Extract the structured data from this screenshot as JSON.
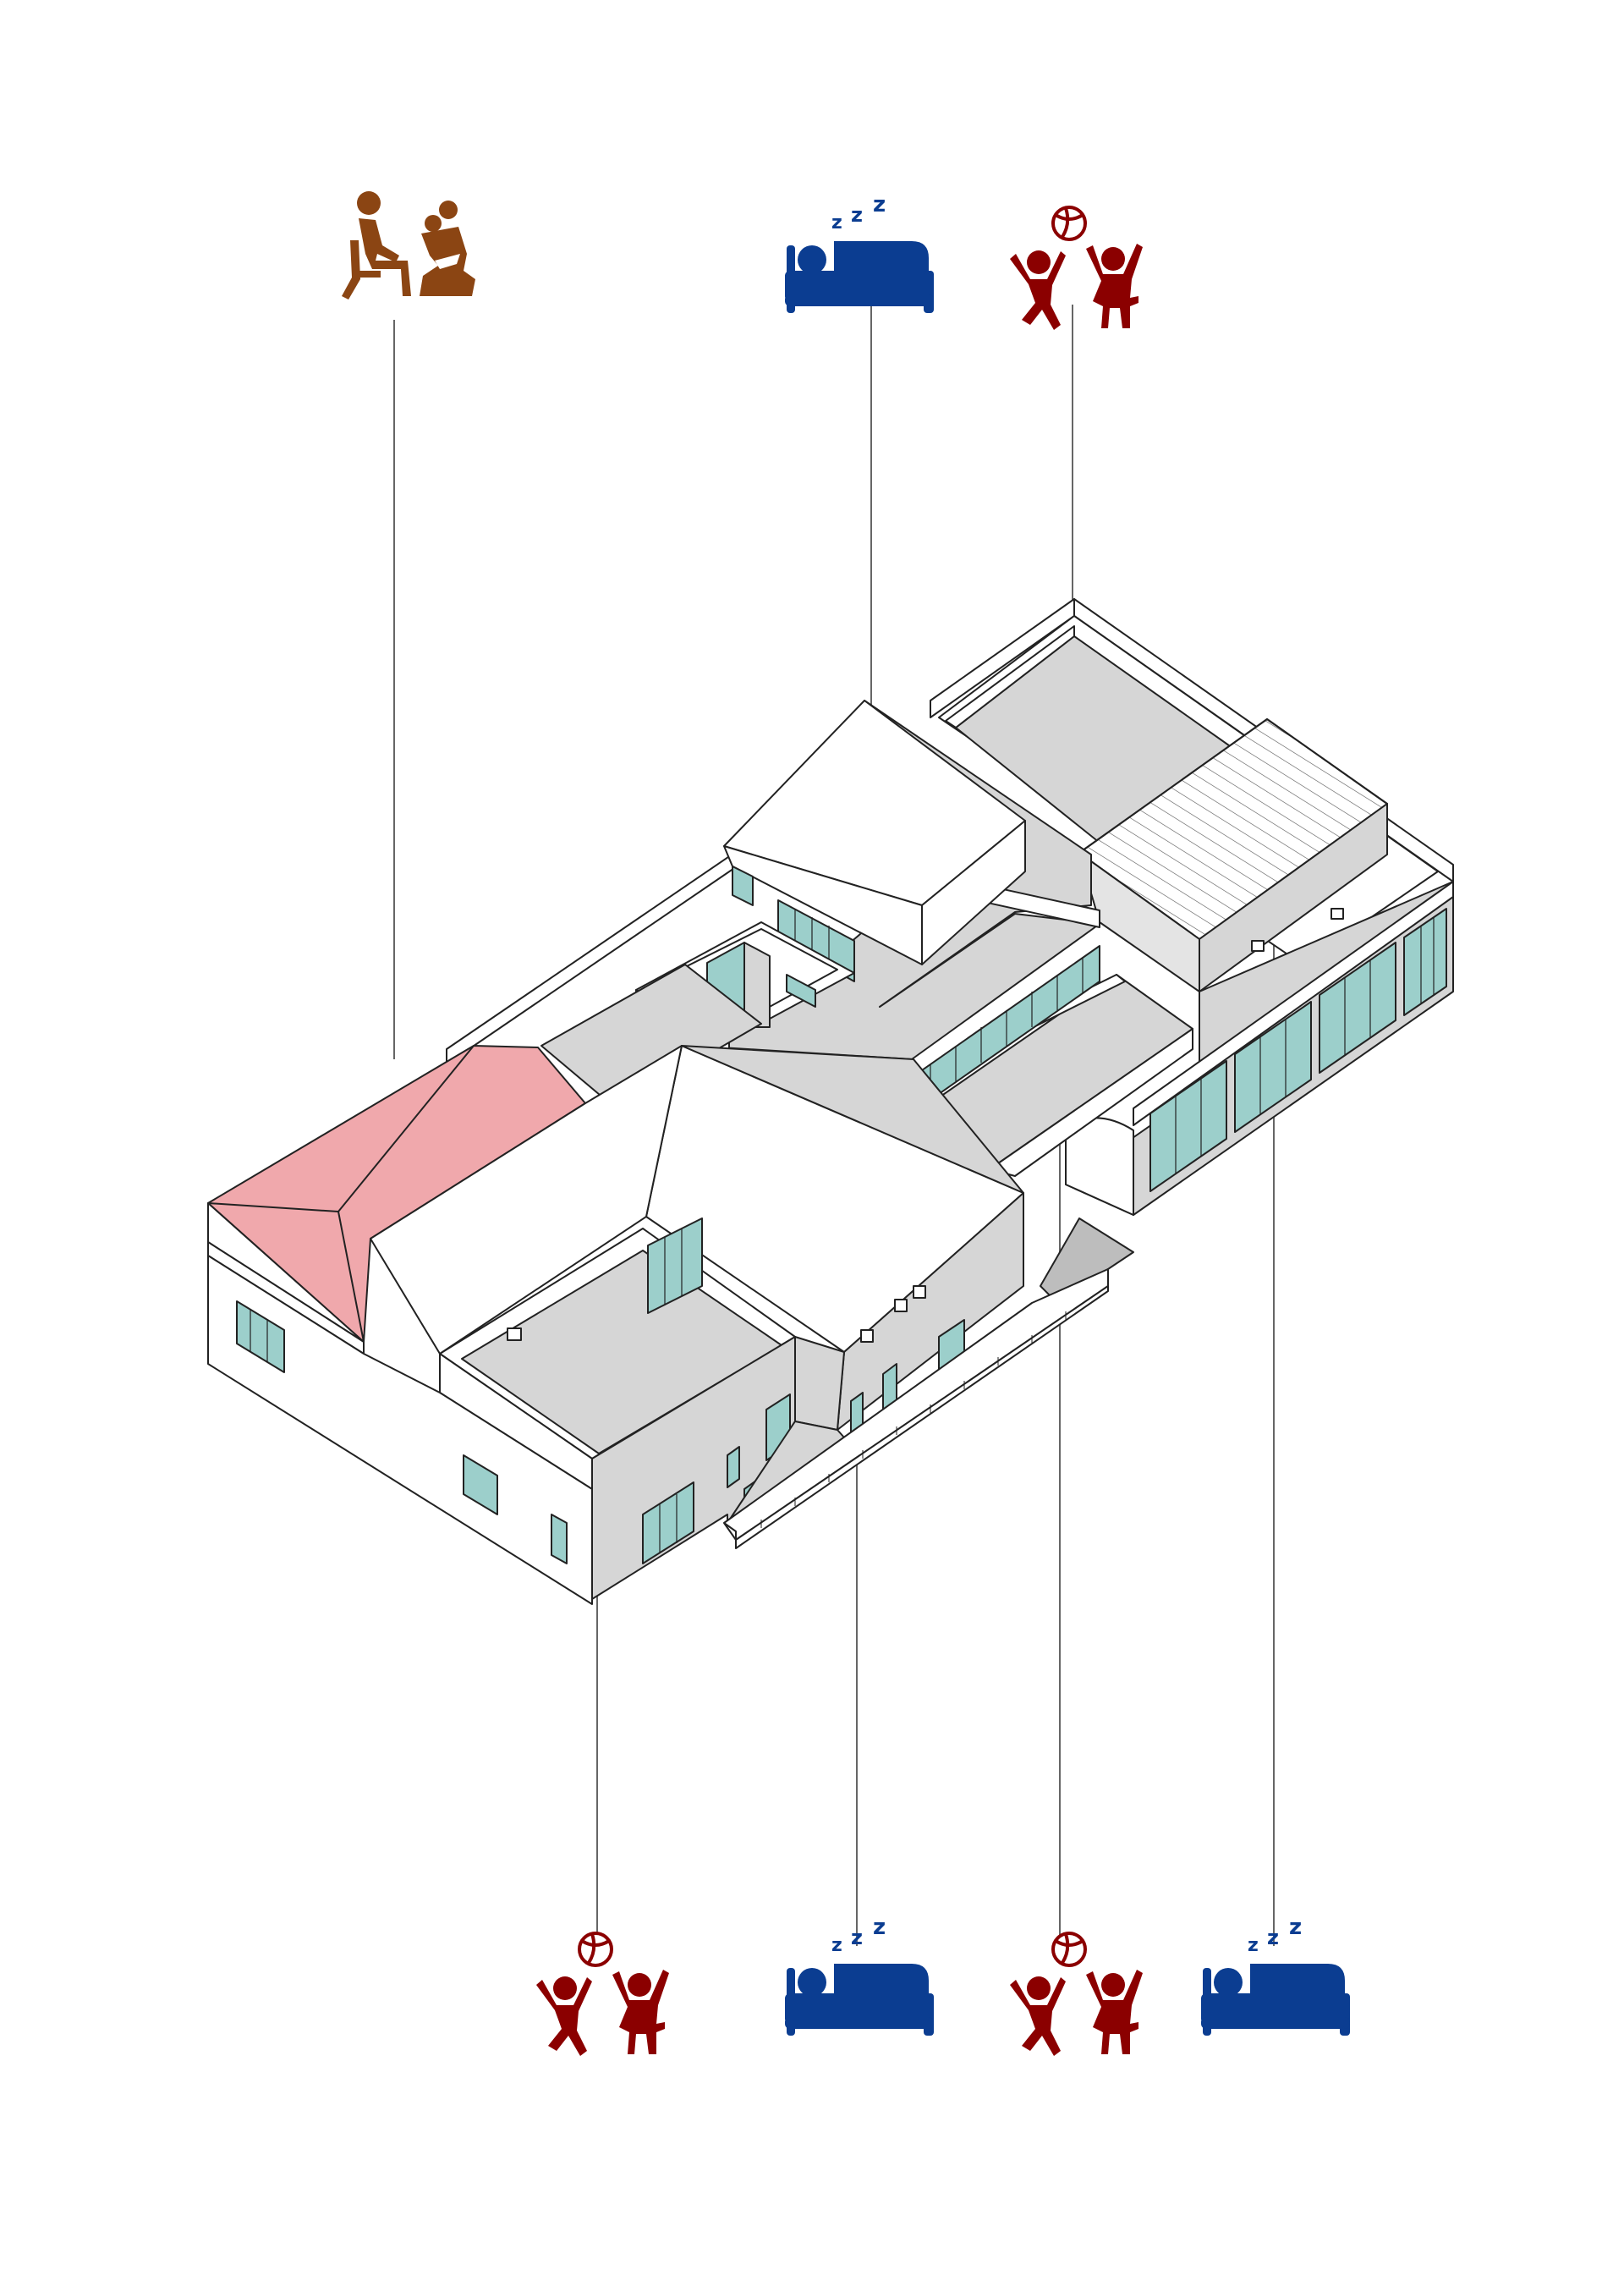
{
  "colors": {
    "teaching": "#8B4513",
    "sleeping": "#0B3D91",
    "playing": "#8B0000",
    "roof_highlight": "#F0A8AC",
    "grey_surface": "#D6D6D6",
    "dark_grey": "#BDBDBD",
    "glazing": "#9CCFCB",
    "line": "#222222",
    "leader": "#666666"
  },
  "annotations": [
    {
      "id": "top-teaching",
      "icon": "teaching-icon",
      "activity": "teaching"
    },
    {
      "id": "top-sleeping",
      "icon": "sleeping-icon",
      "activity": "sleeping"
    },
    {
      "id": "top-playing",
      "icon": "playing-icon",
      "activity": "playing"
    },
    {
      "id": "bottom-playing-1",
      "icon": "playing-icon",
      "activity": "playing"
    },
    {
      "id": "bottom-sleeping-1",
      "icon": "sleeping-icon",
      "activity": "sleeping"
    },
    {
      "id": "bottom-playing-2",
      "icon": "playing-icon",
      "activity": "playing"
    },
    {
      "id": "bottom-sleeping-2",
      "icon": "sleeping-icon",
      "activity": "sleeping"
    }
  ]
}
